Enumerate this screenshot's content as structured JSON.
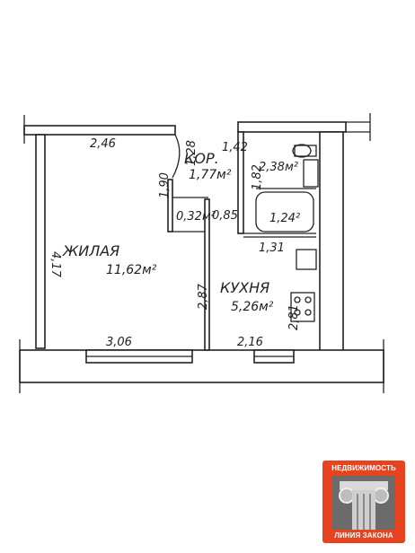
{
  "rooms": {
    "living": {
      "name": "ЖИЛАЯ",
      "area": "11,62м²"
    },
    "corridor": {
      "name": "КОР.",
      "area": "1,77м²"
    },
    "kitchen": {
      "name": "КУХНЯ",
      "area": "5,26м²"
    },
    "wc": {
      "area": "2,38м²"
    },
    "bath": {
      "area": "1,24²"
    },
    "closet": {
      "area": "0,32м²"
    }
  },
  "dimensions": {
    "top_living": "2,46",
    "living_height": "4,17",
    "bottom_living": "3,06",
    "partition": "2,87",
    "corr_top": "1,42",
    "corr_side": "1,28",
    "closet_side": "1,90",
    "closet_w": "0,85",
    "bath_side": "1,82",
    "bath_bottom": "1,31",
    "kitchen_bottom": "2,16",
    "kitchen_side": "2,81"
  },
  "logo": {
    "top_text": "НЕДВИЖИМОСТЬ",
    "bottom_text": "ЛИНИЯ ЗАКОНА"
  }
}
